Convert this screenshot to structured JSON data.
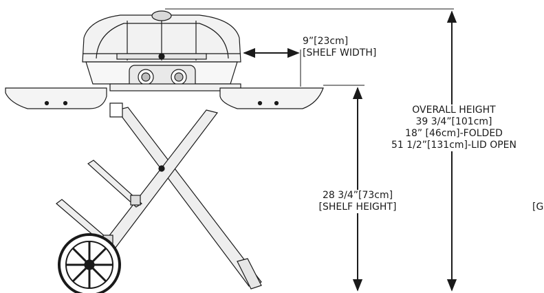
{
  "dimensions": {
    "shelf_width": {
      "line1": "9”[23cm]",
      "line2": "[SHELF WIDTH]"
    },
    "overall_height": {
      "line1": "OVERALL HEIGHT",
      "line2": "39 3/4”[101cm]",
      "line3": "18” [46cm]-FOLDED",
      "line4": "51 1/2”[131cm]-LID OPEN"
    },
    "shelf_height": {
      "line1": "28 3/4”[73cm]",
      "line2": "[SHELF HEIGHT]"
    },
    "cropped_label": "[G"
  }
}
